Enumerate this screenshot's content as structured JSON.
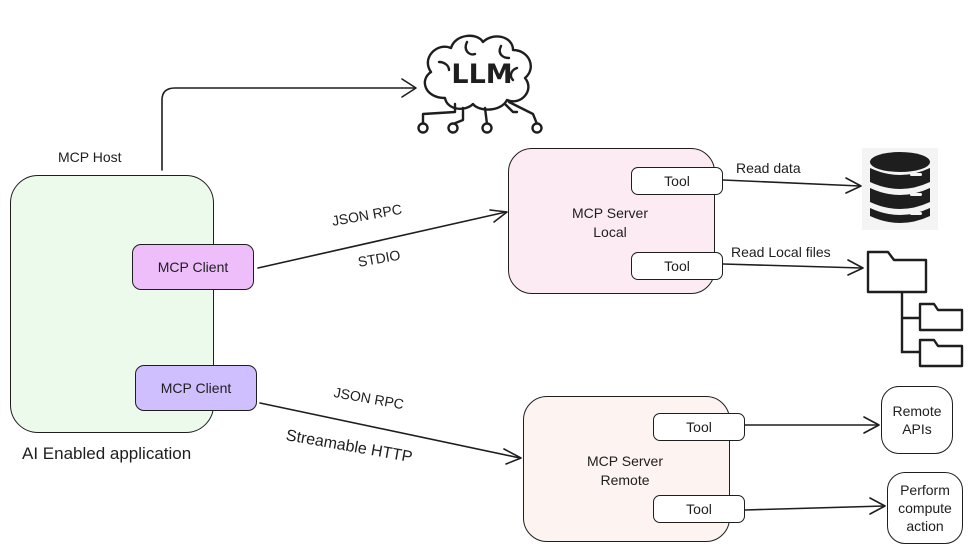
{
  "host": {
    "title": "MCP Host",
    "app_label": "AI Enabled application",
    "clients": [
      "MCP Client",
      "MCP Client"
    ]
  },
  "llm": {
    "label": "LLM"
  },
  "local_server": {
    "title_line1": "MCP Server",
    "title_line2": "Local",
    "tools": [
      "Tool",
      "Tool"
    ],
    "actions": [
      "Read data",
      "Read Local files"
    ]
  },
  "remote_server": {
    "title_line1": "MCP Server",
    "title_line2": "Remote",
    "tools": [
      "Tool",
      "Tool"
    ]
  },
  "connections": {
    "local_protocol": "JSON RPC",
    "local_transport": "STDIO",
    "remote_protocol": "JSON RPC",
    "remote_transport": "Streamable HTTP"
  },
  "targets": {
    "remote_apis_line1": "Remote",
    "remote_apis_line2": "APIs",
    "compute_line1": "Perform",
    "compute_line2": "compute",
    "compute_line3": "action"
  },
  "colors": {
    "host_fill": "#ebfaeb",
    "client1_fill": "#eebefa",
    "client2_fill": "#d0bfff",
    "local_server_fill": "#fdebf3",
    "remote_server_fill": "#fdf3f0"
  }
}
